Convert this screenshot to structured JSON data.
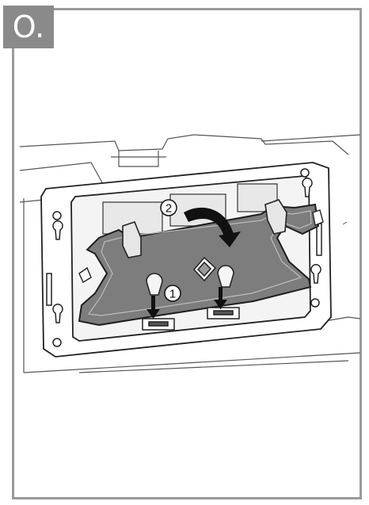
{
  "step": {
    "label": "O."
  },
  "callouts": [
    {
      "number": "1"
    },
    {
      "number": "2"
    }
  ],
  "colors": {
    "frame": "#9a9a9a",
    "badge_bg": "#8a8a8a",
    "badge_text": "#ffffff",
    "plate_fill": "#7d7d7d",
    "line": "#2a2a2a",
    "background": "#ffffff"
  },
  "icons": {
    "push_arrows": "down-arrow-icon",
    "rotate_arrow": "curved-arrow-icon"
  }
}
